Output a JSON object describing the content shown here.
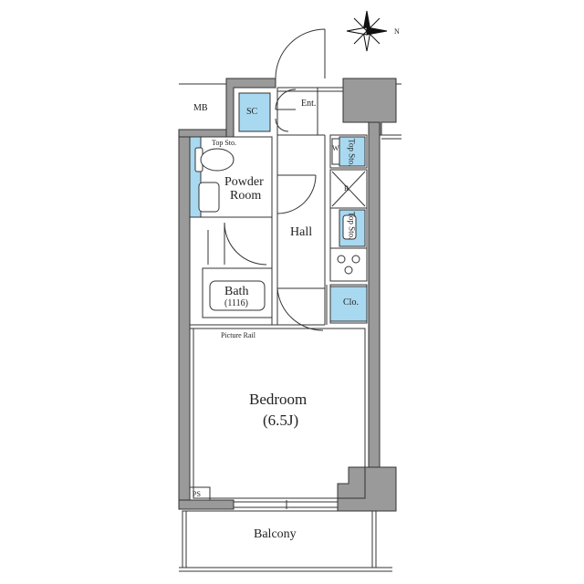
{
  "compass": {
    "north_label": "N"
  },
  "rooms": {
    "mb": "MB",
    "sc": "SC",
    "entrance": "Ent.",
    "top_storage_left": "Top Sto.",
    "powder_room_line1": "Powder",
    "powder_room_line2": "Room",
    "hall": "Hall",
    "bath_line1": "Bath",
    "bath_line2": "(1116)",
    "picture_rail": "Picture Rail",
    "bedroom_line1": "Bedroom",
    "bedroom_line2": "(6.5J)",
    "ps": "PS",
    "balcony": "Balcony",
    "closet": "Clo."
  },
  "kitchen": {
    "washer": "W",
    "top_storage_upper": "Top Sto.",
    "refrigerator": "R",
    "top_storage_lower": "Top Sto."
  },
  "colors": {
    "wall": "#9a9a9a",
    "wall_outline": "#333333",
    "storage_fill": "#a9d9f0",
    "line": "#333333"
  }
}
